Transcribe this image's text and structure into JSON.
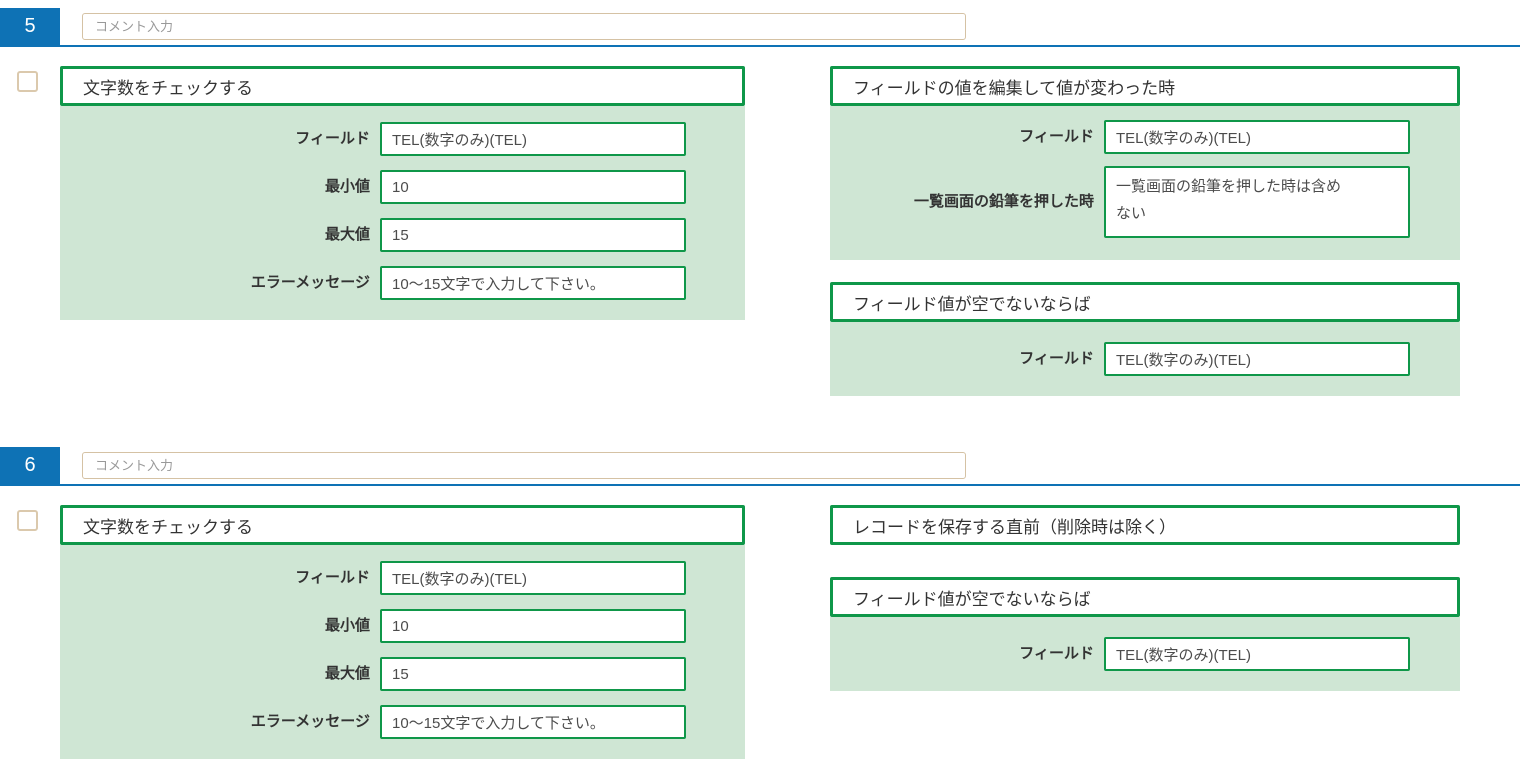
{
  "colors": {
    "accent_blue": "#0e72b5",
    "green_border": "#0f9749",
    "green_body_bg": "#cfe6d4",
    "tan_border": "#d5c2a4"
  },
  "sections": [
    {
      "number": "5",
      "comment_placeholder": "コメント入力",
      "checkbox_checked": false,
      "left": {
        "title": "文字数をチェックする",
        "rows": [
          {
            "label": "フィールド",
            "value": "TEL(数字のみ)(TEL)"
          },
          {
            "label": "最小値",
            "value": "10"
          },
          {
            "label": "最大値",
            "value": "15"
          },
          {
            "label": "エラーメッセージ",
            "value": "10〜15文字で入力して下さい。"
          }
        ]
      },
      "right": [
        {
          "title": "フィールドの値を編集して値が変わった時",
          "rows": [
            {
              "label": "フィールド",
              "value": "TEL(数字のみ)(TEL)"
            },
            {
              "label": "一覧画面の鉛筆を押した時",
              "value": "一覧画面の鉛筆を押した時は含め\nない"
            }
          ]
        },
        {
          "title": "フィールド値が空でないならば",
          "rows": [
            {
              "label": "フィールド",
              "value": "TEL(数字のみ)(TEL)"
            }
          ]
        }
      ]
    },
    {
      "number": "6",
      "comment_placeholder": "コメント入力",
      "checkbox_checked": false,
      "left": {
        "title": "文字数をチェックする",
        "rows": [
          {
            "label": "フィールド",
            "value": "TEL(数字のみ)(TEL)"
          },
          {
            "label": "最小値",
            "value": "10"
          },
          {
            "label": "最大値",
            "value": "15"
          },
          {
            "label": "エラーメッセージ",
            "value": "10〜15文字で入力して下さい。"
          }
        ]
      },
      "right": [
        {
          "title": "レコードを保存する直前（削除時は除く）",
          "rows": []
        },
        {
          "title": "フィールド値が空でないならば",
          "rows": [
            {
              "label": "フィールド",
              "value": "TEL(数字のみ)(TEL)"
            }
          ]
        }
      ]
    }
  ]
}
